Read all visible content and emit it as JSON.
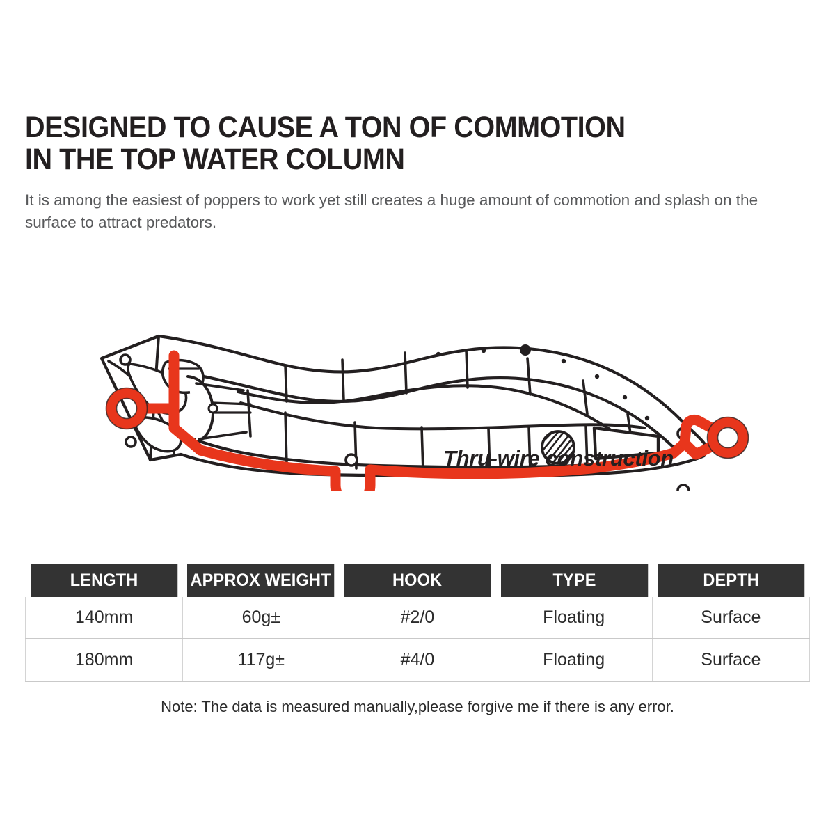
{
  "header": {
    "headline": "DESIGNED TO CAUSE A TON OF COMMOTION\nIN THE TOP WATER COLUMN",
    "subhead": "It is among the easiest of poppers to work yet still creates a huge amount of commotion and splash on the surface to attract predators."
  },
  "illustration": {
    "caption": "Thru-wire construction",
    "alt": "Cutaway line drawing of a popper fishing lure showing internal thru-wire",
    "colors": {
      "wire": "#E8361C",
      "outline": "#231f20",
      "body": "#ffffff"
    }
  },
  "spec_table": {
    "columns": [
      "LENGTH",
      "APPROX WEIGHT",
      "HOOK",
      "TYPE",
      "DEPTH"
    ],
    "rows": [
      [
        "140mm",
        "60g±",
        "#2/0",
        "Floating",
        "Surface"
      ],
      [
        "180mm",
        "117g±",
        "#4/0",
        "Floating",
        "Surface"
      ]
    ],
    "header_bg": "#333333"
  },
  "note": "Note: The data is measured manually,please forgive me if there is any error."
}
